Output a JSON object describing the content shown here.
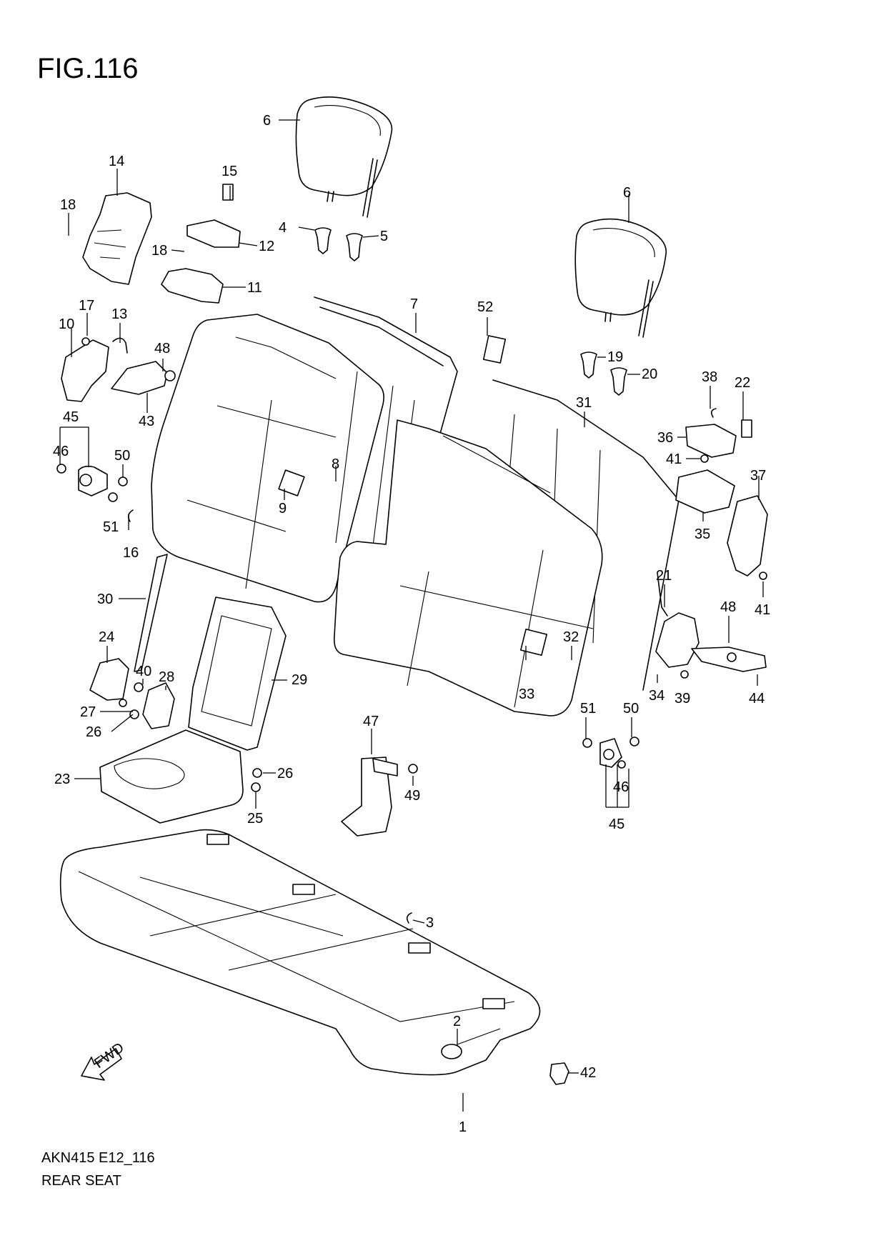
{
  "figure": {
    "title": "FIG.116"
  },
  "footer": {
    "code": "AKN415 E12_116",
    "name": "REAR SEAT"
  },
  "fwd_label": "FWD",
  "callouts": [
    {
      "id": "c6a",
      "n": "6"
    },
    {
      "id": "c4",
      "n": "4"
    },
    {
      "id": "c5",
      "n": "5"
    },
    {
      "id": "c14",
      "n": "14"
    },
    {
      "id": "c18a",
      "n": "18"
    },
    {
      "id": "c15",
      "n": "15"
    },
    {
      "id": "c18b",
      "n": "18"
    },
    {
      "id": "c12",
      "n": "12"
    },
    {
      "id": "c11",
      "n": "11"
    },
    {
      "id": "c6b",
      "n": "6"
    },
    {
      "id": "c7",
      "n": "7"
    },
    {
      "id": "c52",
      "n": "52"
    },
    {
      "id": "c17",
      "n": "17"
    },
    {
      "id": "c13",
      "n": "13"
    },
    {
      "id": "c10",
      "n": "10"
    },
    {
      "id": "c48a",
      "n": "48"
    },
    {
      "id": "c43",
      "n": "43"
    },
    {
      "id": "c19",
      "n": "19"
    },
    {
      "id": "c20",
      "n": "20"
    },
    {
      "id": "c31",
      "n": "31"
    },
    {
      "id": "c38",
      "n": "38"
    },
    {
      "id": "c22",
      "n": "22"
    },
    {
      "id": "c45a",
      "n": "45"
    },
    {
      "id": "c46a",
      "n": "46"
    },
    {
      "id": "c50a",
      "n": "50"
    },
    {
      "id": "c51a",
      "n": "51"
    },
    {
      "id": "c16",
      "n": "16"
    },
    {
      "id": "c8",
      "n": "8"
    },
    {
      "id": "c9",
      "n": "9"
    },
    {
      "id": "c36",
      "n": "36"
    },
    {
      "id": "c41a",
      "n": "41"
    },
    {
      "id": "c37",
      "n": "37"
    },
    {
      "id": "c35",
      "n": "35"
    },
    {
      "id": "c41b",
      "n": "41"
    },
    {
      "id": "c30",
      "n": "30"
    },
    {
      "id": "c21",
      "n": "21"
    },
    {
      "id": "c48b",
      "n": "48"
    },
    {
      "id": "c24",
      "n": "24"
    },
    {
      "id": "c29",
      "n": "29"
    },
    {
      "id": "c28",
      "n": "28"
    },
    {
      "id": "c40",
      "n": "40"
    },
    {
      "id": "c27",
      "n": "27"
    },
    {
      "id": "c26a",
      "n": "26"
    },
    {
      "id": "c32",
      "n": "32"
    },
    {
      "id": "c33",
      "n": "33"
    },
    {
      "id": "c34",
      "n": "34"
    },
    {
      "id": "c39",
      "n": "39"
    },
    {
      "id": "c44",
      "n": "44"
    },
    {
      "id": "c47",
      "n": "47"
    },
    {
      "id": "c51b",
      "n": "51"
    },
    {
      "id": "c50b",
      "n": "50"
    },
    {
      "id": "c23",
      "n": "23"
    },
    {
      "id": "c26b",
      "n": "26"
    },
    {
      "id": "c25",
      "n": "25"
    },
    {
      "id": "c49",
      "n": "49"
    },
    {
      "id": "c46b",
      "n": "46"
    },
    {
      "id": "c45b",
      "n": "45"
    },
    {
      "id": "c3",
      "n": "3"
    },
    {
      "id": "c2",
      "n": "2"
    },
    {
      "id": "c42",
      "n": "42"
    },
    {
      "id": "c1",
      "n": "1"
    }
  ]
}
